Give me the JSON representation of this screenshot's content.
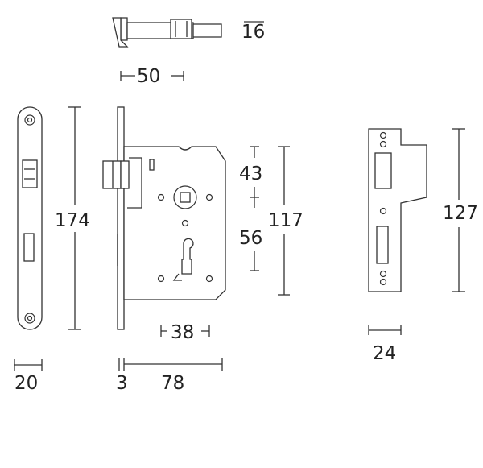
{
  "dimensions": {
    "latch_thickness": "16",
    "backset_top": "50",
    "forend_height": "174",
    "forend_width": "20",
    "follower_to_center": "43",
    "center_to_key": "56",
    "case_height": "117",
    "lower_width": "38",
    "forend_thickness": "3",
    "case_depth": "78",
    "strike_height": "127",
    "strike_width": "24"
  },
  "colors": {
    "line": "#333333",
    "text": "#222222",
    "background": "#ffffff"
  }
}
